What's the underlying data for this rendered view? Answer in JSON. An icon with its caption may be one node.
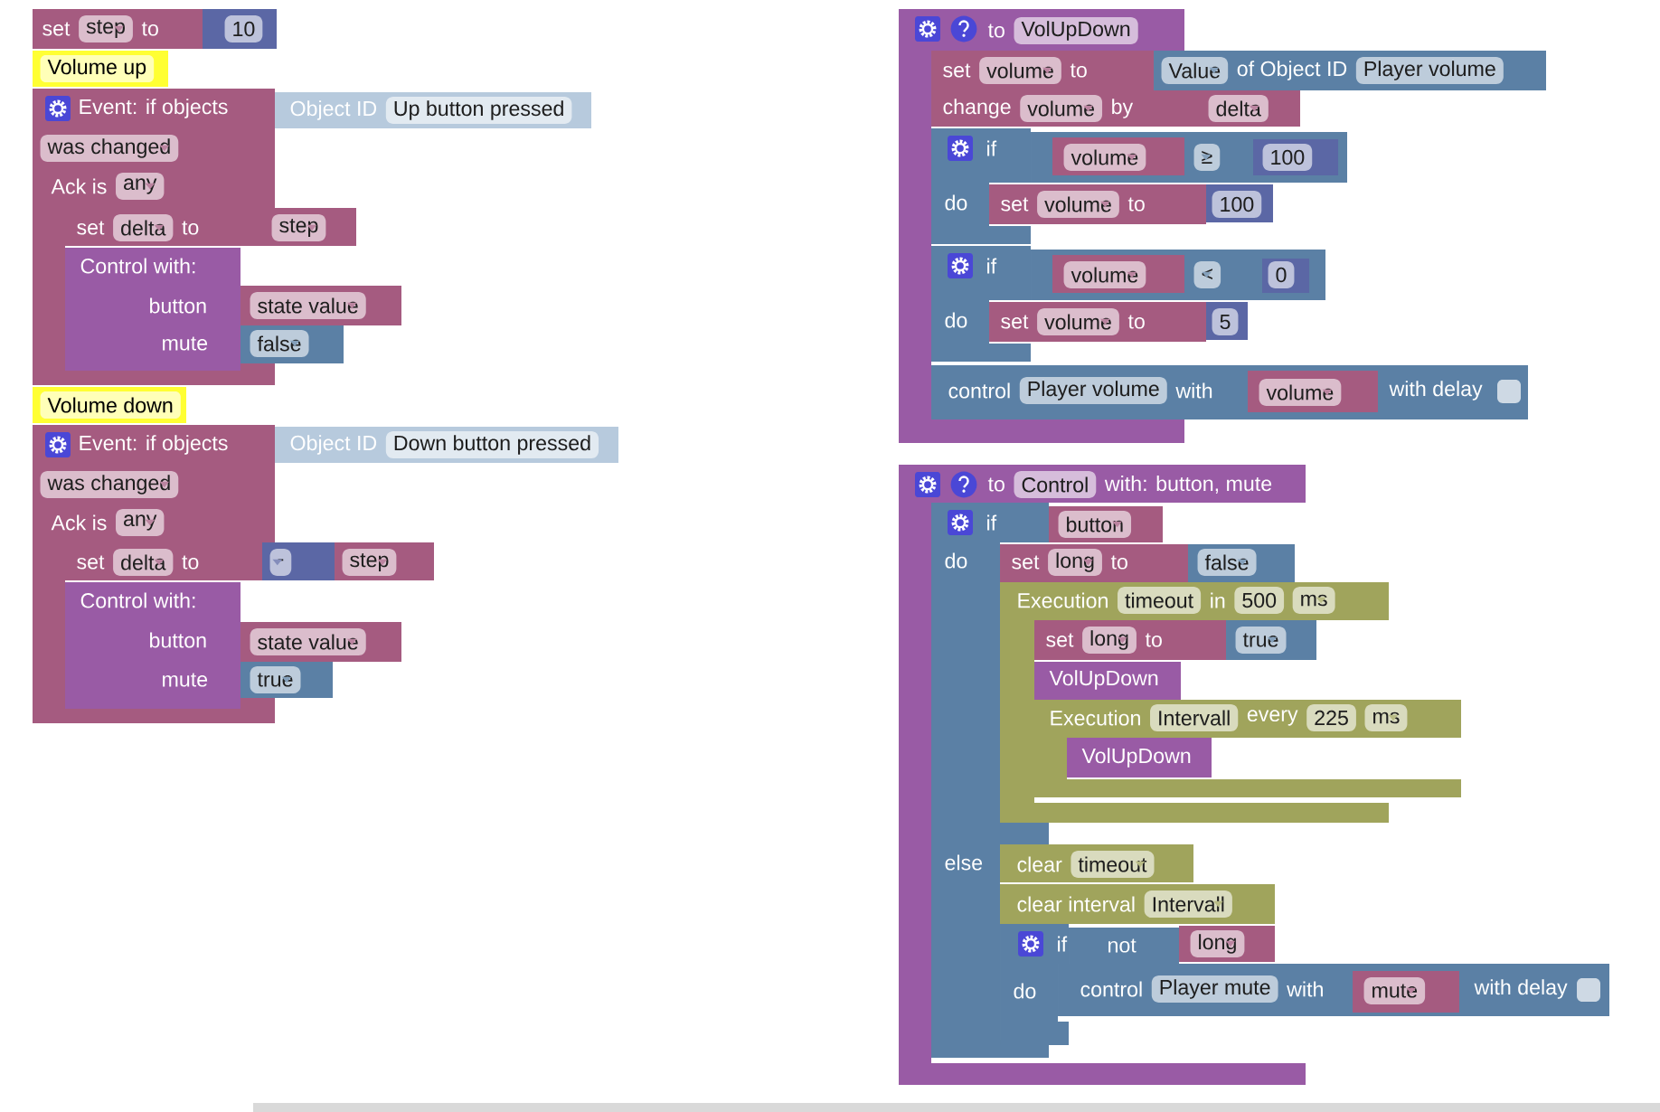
{
  "diagram": {
    "nodes": [
      {
        "text": [
          "set",
          "step",
          "to"
        ]
      },
      {
        "text": [
          "10"
        ]
      },
      {
        "text": [
          "Volume up"
        ]
      },
      {
        "text": [
          "Event: if objects",
          "was changed",
          "Ack is",
          "any"
        ]
      },
      {
        "text": [
          "Object ID",
          "Up button pressed"
        ]
      },
      {
        "text": [
          "set",
          "delta",
          "to"
        ],
        "in": 3
      },
      {
        "text": [
          "step"
        ]
      },
      {
        "text": [
          "Control with:",
          "button",
          "mute"
        ],
        "in": 3
      },
      {
        "text": [
          "state value"
        ]
      },
      {
        "text": [
          "false"
        ]
      },
      {
        "text": [
          "Volume down"
        ]
      },
      {
        "text": [
          "Event: if objects",
          "was changed",
          "Ack is",
          "any"
        ]
      },
      {
        "text": [
          "Object ID",
          "Down button pressed"
        ]
      },
      {
        "text": [
          "set",
          "delta",
          "to"
        ],
        "in": 11
      },
      {
        "text": [
          "-"
        ]
      },
      {
        "text": [
          "step"
        ]
      },
      {
        "text": [
          "Control with:",
          "button",
          "mute"
        ],
        "in": 11
      },
      {
        "text": [
          "state value"
        ]
      },
      {
        "text": [
          "true"
        ]
      },
      {
        "text": [
          "to",
          "VolUpDown"
        ]
      },
      {
        "text": [
          "set",
          "volume",
          "to"
        ],
        "in": 19
      },
      {
        "text": [
          "Value",
          "of Object ID",
          "Player volume"
        ]
      },
      {
        "text": [
          "change",
          "volume",
          "by"
        ]
      },
      {
        "text": [
          "delta"
        ]
      },
      {
        "text": [
          "if",
          "do"
        ],
        "in": 19
      },
      {
        "text": [
          "≥"
        ]
      },
      {
        "text": [
          "volume"
        ]
      },
      {
        "text": [
          "100"
        ],
        "in": 25
      },
      {
        "text": [
          "set",
          "volume",
          "to"
        ]
      },
      {
        "text": [
          "100"
        ]
      },
      {
        "text": [
          "if",
          "do"
        ],
        "in": 19
      },
      {
        "text": [
          "<"
        ]
      },
      {
        "text": [
          "volume"
        ]
      },
      {
        "text": [
          "0"
        ],
        "in": 31
      },
      {
        "text": [
          "set",
          "volume",
          "to"
        ]
      },
      {
        "text": [
          "5"
        ]
      },
      {
        "text": [
          "control",
          "Player volume",
          "with",
          "with delay"
        ]
      },
      {
        "text": [
          "volume"
        ],
        "in": 36
      },
      {
        "text": [
          "to",
          "Control",
          "with: button, mute"
        ]
      },
      {
        "text": [
          "if",
          "do",
          "else"
        ],
        "in": 38
      },
      {
        "text": [
          "button"
        ],
        "in": 38
      },
      {
        "text": [
          "set",
          "long",
          "to"
        ],
        "in": 38
      },
      {
        "text": [
          "false"
        ],
        "in": 38
      },
      {
        "text": [
          "Execution",
          "timeout",
          "in",
          "500",
          "ms"
        ]
      },
      {
        "text": [
          "set",
          "long",
          "to"
        ]
      },
      {
        "text": [
          "true"
        ],
        "in": 43
      },
      {
        "text": [
          "VolUpDown"
        ]
      },
      {
        "text": [
          "Execution",
          "Intervall",
          "every",
          "225",
          "ms"
        ]
      },
      {
        "text": [
          "VolUpDown"
        ]
      },
      {
        "text": [
          "clear",
          "timeout"
        ],
        "in": 38
      },
      {
        "text": [
          "clear interval",
          "Intervall"
        ],
        "in": 38
      },
      {
        "text": [
          "if",
          "do"
        ],
        "in": 38
      },
      {
        "text": [
          "not"
        ],
        "in": 38
      },
      {
        "text": [
          "long"
        ],
        "in": 38
      },
      {
        "text": [
          "control",
          "Player mute",
          "with",
          "with delay"
        ]
      },
      {
        "text": [
          "mute"
        ],
        "in": 54
      }
    ]
  }
}
